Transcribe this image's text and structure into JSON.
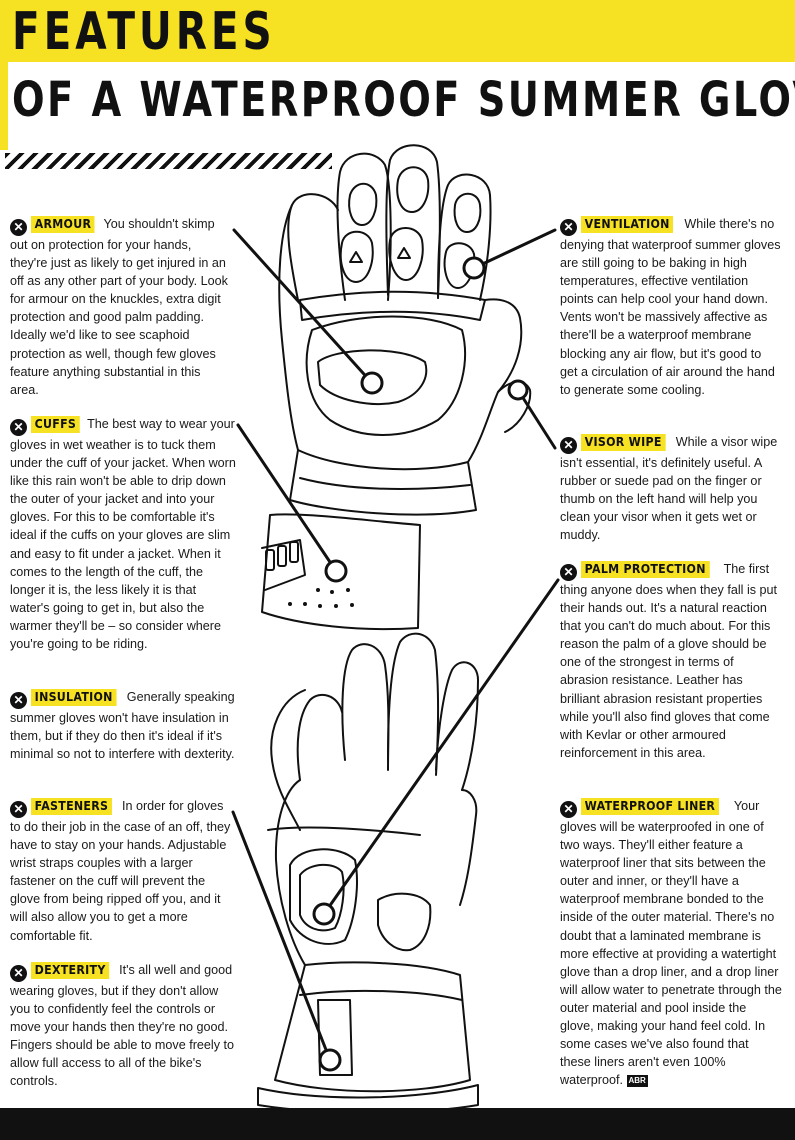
{
  "header": {
    "title_line1": "FEATURES",
    "title_line2": "OF A WATERPROOF SUMMER GLOVE"
  },
  "colors": {
    "accent": "#f6e123",
    "ink": "#111111"
  },
  "icons": {
    "bullet": "close-x-circle-icon",
    "callout": "callout-ring-icon"
  },
  "features": {
    "armour": {
      "tag": "ARMOUR",
      "body": "You shouldn't skimp out on protection for your hands, they're just as likely to get injured in an off as any other part of your body. Look for armour on the knuckles, extra digit protection and good palm padding. Ideally we'd like to see scaphoid protection as well, though few gloves feature anything substantial in this area."
    },
    "cuffs": {
      "tag": "CUFFS",
      "body": "The best way to wear your gloves in wet weather is to tuck them under the cuff of your jacket. When worn like this rain won't be able to drip down the outer of your jacket and into your gloves. For this to be comfortable it's ideal if the cuffs on your gloves are slim and easy to fit under a jacket. When it comes to the length of the cuff, the longer it is, the less likely it is that water's going to get in, but also the warmer they'll be – so consider where you're going to be riding."
    },
    "insulation": {
      "tag": "INSULATION",
      "body": "Generally speaking summer gloves won't have insulation in them, but if they do then it's ideal if it's minimal so not to interfere with dexterity."
    },
    "fasteners": {
      "tag": "FASTENERS",
      "body": "In order for gloves to do their job in the case of an off, they have to stay on your hands. Adjustable wrist straps couples with a larger fastener on the cuff will prevent the glove from being ripped off you, and it will also allow you to get a more comfortable fit."
    },
    "dexterity": {
      "tag": "DEXTERITY",
      "body": "It's all well and good wearing gloves, but if they don't allow you to confidently feel the controls or move your hands then they're no good. Fingers should be able to move freely to allow full access to all of the bike's controls."
    },
    "ventilation": {
      "tag": "VENTILATION",
      "body": "While there's no denying that waterproof summer gloves are still going to be baking in high temperatures, effective ventilation points can help cool your hand down. Vents won't be massively affective as there'll be a waterproof membrane blocking any air flow, but it's good to get a circulation of air around the hand to generate some cooling."
    },
    "visor_wipe": {
      "tag": "VISOR WIPE",
      "body": "While a visor wipe isn't essential, it's definitely useful. A rubber or suede pad on the finger or thumb on the left hand will help you clean your visor when it gets wet or muddy."
    },
    "palm_protection": {
      "tag": "PALM PROTECTION",
      "body": "The first thing anyone does when they fall is put their hands out. It's a natural reaction that you can't do much about. For this reason the palm of a glove should be one of the strongest in terms of abrasion resistance. Leather has brilliant abrasion resistant properties while you'll also find gloves that come with Kevlar or other armoured reinforcement in this area."
    },
    "waterproof_liner": {
      "tag": "WATERPROOF LINER",
      "body": "Your gloves will be waterproofed in one of two ways. They'll either feature a waterproof liner that sits between the outer and inner, or they'll have a waterproof membrane bonded to the inside of the outer material. There's no doubt that a laminated membrane is more effective at providing a watertight glove than a drop liner, and a drop liner will allow water to penetrate through the outer material and pool inside the glove, making your hand feel cold. In some cases we've also found that these liners aren't even 100% waterproof.",
      "logo": "ABR"
    }
  }
}
